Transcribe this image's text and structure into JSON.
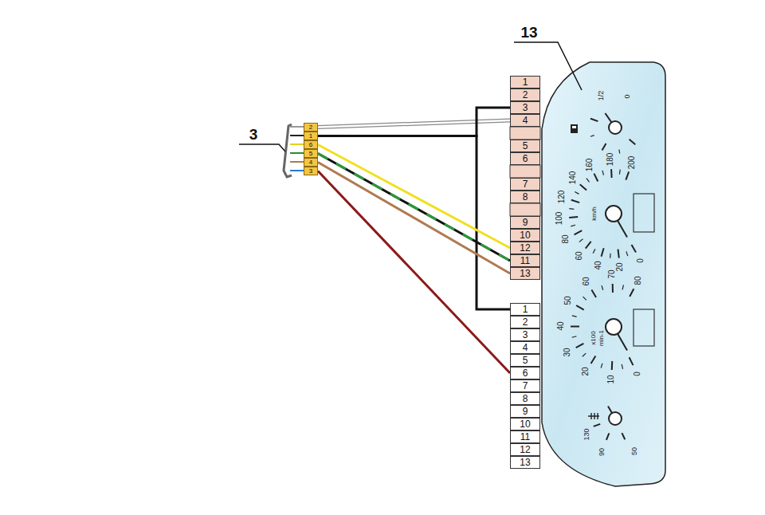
{
  "diagram": {
    "nodes": [
      {
        "text": [
          "2"
        ]
      },
      {
        "text": [
          "1"
        ]
      },
      {
        "text": [
          "6"
        ]
      },
      {
        "text": [
          "5"
        ]
      },
      {
        "text": [
          "4"
        ]
      },
      {
        "text": [
          "3"
        ]
      },
      {
        "text": [
          "1"
        ]
      },
      {
        "text": [
          "2"
        ]
      },
      {
        "text": [
          "3"
        ]
      },
      {
        "text": [
          "4"
        ]
      },
      {
        "text": [
          "5"
        ]
      },
      {
        "text": [
          "6"
        ]
      },
      {
        "text": [
          "7"
        ]
      },
      {
        "text": [
          "8"
        ]
      },
      {
        "text": [
          "9"
        ]
      },
      {
        "text": [
          "10"
        ]
      },
      {
        "text": [
          "12"
        ]
      },
      {
        "text": [
          "11"
        ]
      },
      {
        "text": [
          "13"
        ]
      },
      {
        "text": [
          "1"
        ]
      },
      {
        "text": [
          "2"
        ]
      },
      {
        "text": [
          "3"
        ]
      },
      {
        "text": [
          "4"
        ]
      },
      {
        "text": [
          "5"
        ]
      },
      {
        "text": [
          "6"
        ]
      },
      {
        "text": [
          "7"
        ]
      },
      {
        "text": [
          "8"
        ]
      },
      {
        "text": [
          "9"
        ]
      },
      {
        "text": [
          "10"
        ]
      },
      {
        "text": [
          "11"
        ]
      },
      {
        "text": [
          "12"
        ]
      },
      {
        "text": [
          "13"
        ]
      }
    ],
    "edges": [
      {
        "from": 0,
        "to": 9,
        "arrow": "none"
      },
      {
        "from": 1,
        "to": 8,
        "arrow": "none"
      },
      {
        "from": 1,
        "to": 19,
        "arrow": "none"
      },
      {
        "from": 2,
        "to": 16,
        "arrow": "none"
      },
      {
        "from": 3,
        "to": 17,
        "arrow": "none"
      },
      {
        "from": 4,
        "to": 18,
        "arrow": "none"
      },
      {
        "from": 5,
        "to": 24,
        "arrow": "none"
      }
    ],
    "labels": [
      "3",
      "13",
      "1/2",
      "0",
      "0",
      "20",
      "40",
      "60",
      "80",
      "100",
      "120",
      "140",
      "160",
      "180",
      "200",
      "km/h",
      "0",
      "10",
      "20",
      "30",
      "40",
      "50",
      "60",
      "70",
      "80",
      "x100",
      "min-1",
      "50",
      "90",
      "130"
    ]
  }
}
